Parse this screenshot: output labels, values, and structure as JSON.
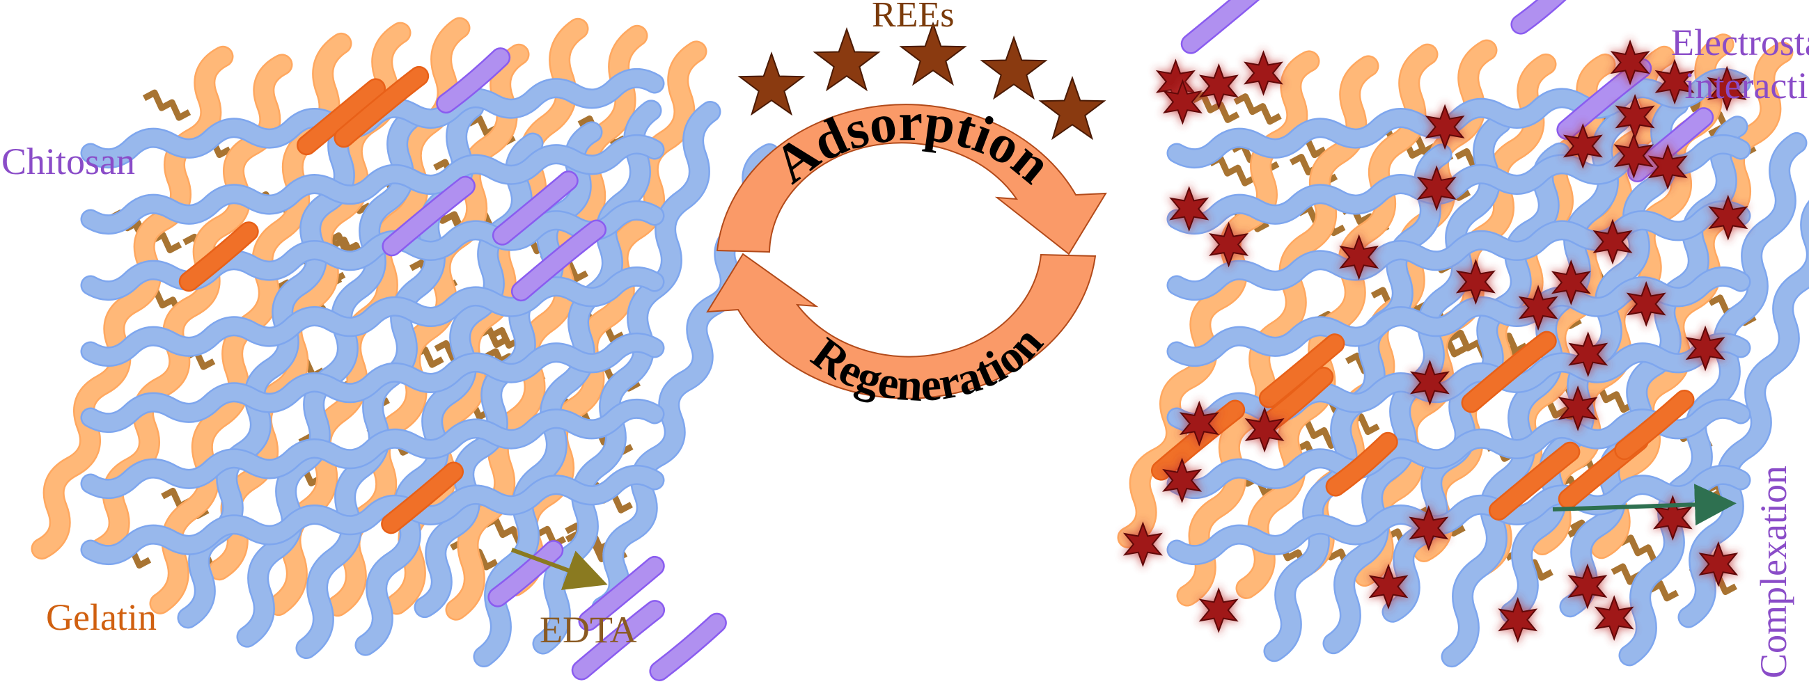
{
  "labels": {
    "rees": "REEs",
    "adsorption": "Adsorption",
    "regeneration": "Regeneration",
    "chitosan": "Chitosan",
    "gelatin": "Gelatin",
    "edta": "EDTA",
    "electrostatic": "Electrostatic interaction",
    "electrostatic_line1": "Electrostatic",
    "electrostatic_line2": "interaction",
    "complexation": "Complexation"
  },
  "colors": {
    "chitosan": "#b090f0",
    "chitosan_edge": "#8a5cf0",
    "gelatin": "#f07028",
    "gelatin_light": "#ffb878",
    "blue_chain": "#98b8ec",
    "blue_edge": "#7ea6ee",
    "edta": "#a87432",
    "ree_star": "#8a3a10",
    "bound_star": "#a01818",
    "cycle_arrow": "#fa9a68",
    "cycle_edge": "#b24a1a",
    "label_chitosan": "#8a4cc8",
    "label_gelatin": "#d06010",
    "label_edta": "#8a5a22",
    "label_rees": "#7a3a0a",
    "edta_arrow": "#8a7a20",
    "complex_arrow": "#2e7050"
  }
}
